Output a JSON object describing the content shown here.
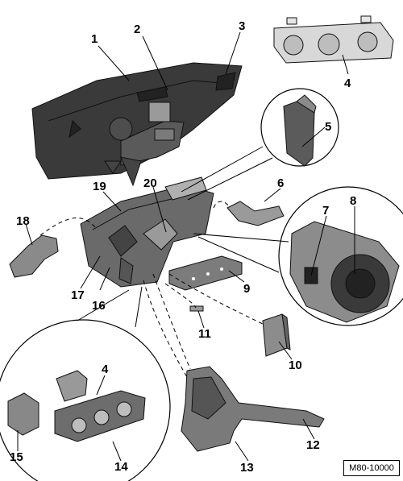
{
  "figure": {
    "reference_code": "M80-10000",
    "callouts": [
      {
        "key": "1",
        "label": "1"
      },
      {
        "key": "2",
        "label": "2"
      },
      {
        "key": "3",
        "label": "3"
      },
      {
        "key": "4a",
        "label": "4"
      },
      {
        "key": "5",
        "label": "5"
      },
      {
        "key": "6",
        "label": "6"
      },
      {
        "key": "7",
        "label": "7"
      },
      {
        "key": "8",
        "label": "8"
      },
      {
        "key": "9",
        "label": "9"
      },
      {
        "key": "10",
        "label": "10"
      },
      {
        "key": "11",
        "label": "11"
      },
      {
        "key": "12",
        "label": "12"
      },
      {
        "key": "13",
        "label": "13"
      },
      {
        "key": "14",
        "label": "14"
      },
      {
        "key": "15",
        "label": "15"
      },
      {
        "key": "16",
        "label": "16"
      },
      {
        "key": "17",
        "label": "17"
      },
      {
        "key": "18",
        "label": "18"
      },
      {
        "key": "19",
        "label": "19"
      },
      {
        "key": "20",
        "label": "20"
      },
      {
        "key": "4b",
        "label": "4"
      }
    ]
  }
}
